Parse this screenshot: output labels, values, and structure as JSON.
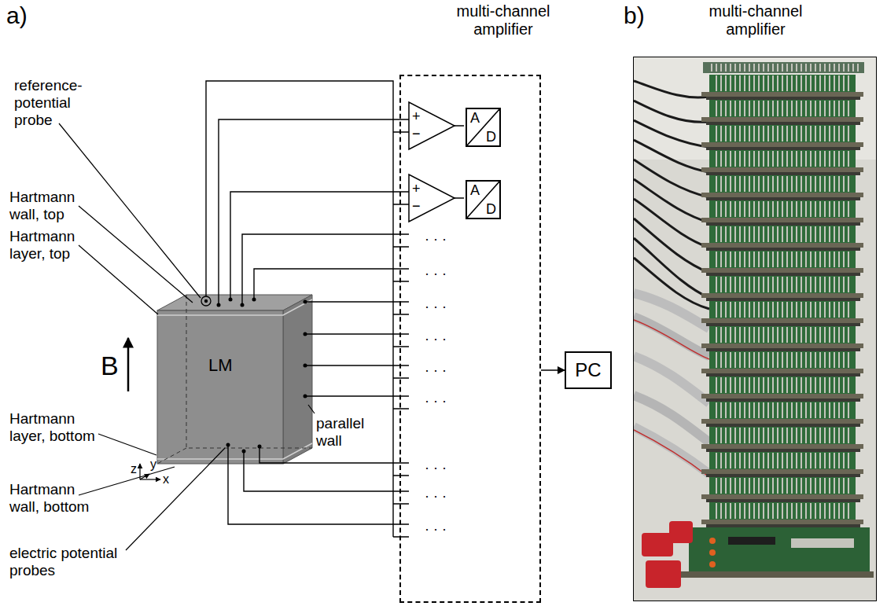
{
  "diagram": {
    "nodes": [
      {
        "text": [
          "multi-channel amplifier"
        ]
      },
      {
        "text": [
          "A",
          "D"
        ],
        "in": 0
      },
      {
        "text": [
          "A",
          "D"
        ],
        "in": 0
      },
      {
        "text": [
          "PC"
        ]
      },
      {
        "text": [
          "multi-channel amplifier"
        ]
      }
    ],
    "edges": [
      {
        "from": 0,
        "to": 3,
        "arrow": "to"
      }
    ],
    "labels": [
      "a)",
      "b)",
      "reference-potential probe",
      "Hartmann wall, top",
      "Hartmann layer, top",
      "B",
      "LM",
      "z",
      "y",
      "x",
      "Hartmann layer, bottom",
      "Hartmann wall, bottom",
      "electric potential probes",
      "parallel wall",
      "+",
      "−",
      "+",
      "−",
      "· · ·",
      "· · ·",
      "· · ·",
      "· · ·",
      "· · ·",
      "· · ·",
      "· · ·",
      "· · ·",
      "· · ·"
    ]
  }
}
